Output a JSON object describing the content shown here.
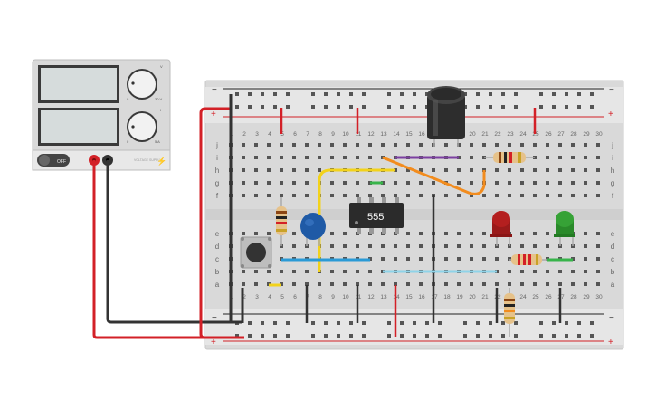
{
  "power_supply": {
    "switch_label": "OFF",
    "knob1_labels": {
      "min": "0",
      "max": "30 V",
      "tag": "V"
    },
    "knob2_labels": {
      "min": "0",
      "max": "5 A",
      "tag": "I"
    },
    "faceplate_text": "VOLTAGE SUPPLY"
  },
  "breadboard": {
    "rail_minus": "−",
    "rail_plus": "+",
    "row_labels_top": [
      "j",
      "i",
      "h",
      "g",
      "f"
    ],
    "row_labels_bottom": [
      "e",
      "d",
      "c",
      "b",
      "a"
    ],
    "column_numbers": [
      "1",
      "2",
      "3",
      "4",
      "5",
      "6",
      "7",
      "8",
      "9",
      "10",
      "11",
      "12",
      "13",
      "14",
      "15",
      "16",
      "17",
      "18",
      "19",
      "20",
      "21",
      "22",
      "23",
      "24",
      "25",
      "26",
      "27",
      "28",
      "29",
      "30"
    ]
  },
  "ic": {
    "label": "555"
  },
  "colors": {
    "red_wire": "#d32027",
    "black_wire": "#333333",
    "yellow_wire": "#f2d21b",
    "orange_wire": "#f28c1e",
    "purple_wire": "#7b3fa0",
    "green_wire": "#38b44a",
    "blue_wire": "#2a9ad6",
    "lightblue_wire": "#8fd3e8"
  }
}
